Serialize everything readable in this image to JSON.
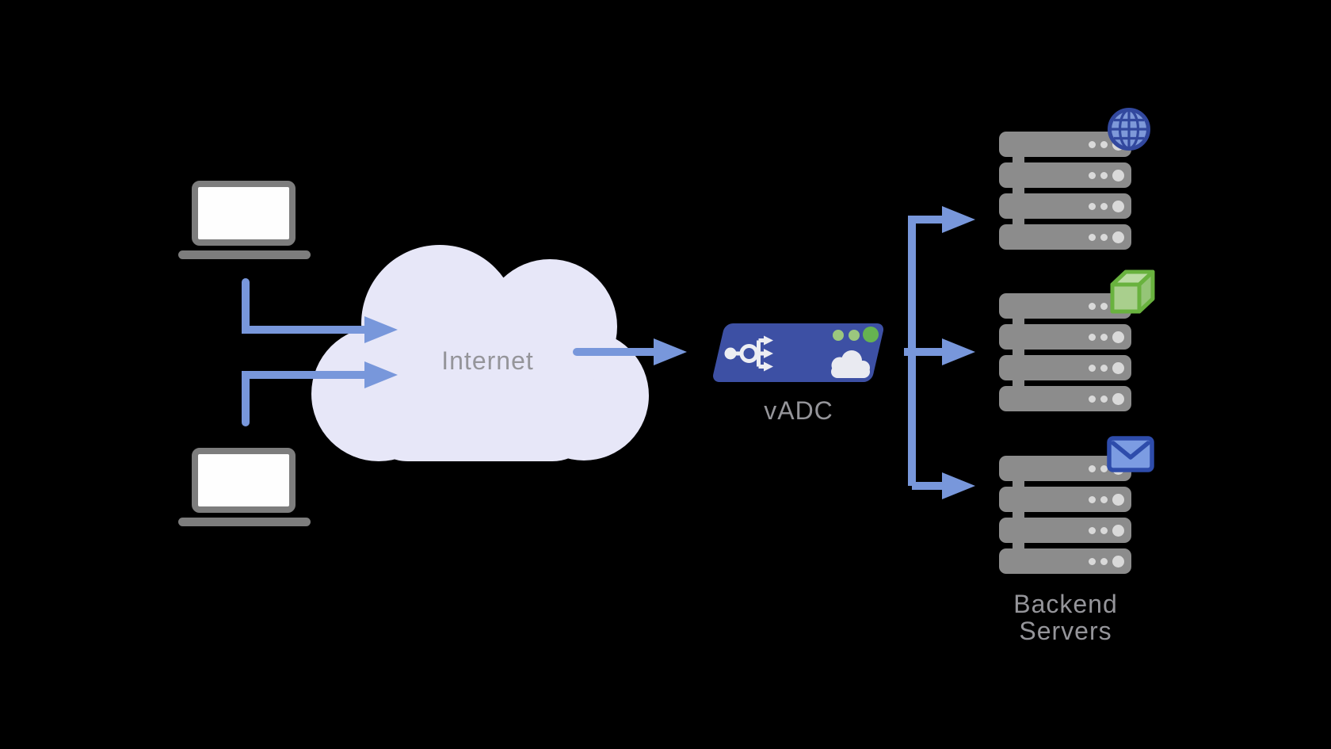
{
  "diagram": {
    "background": "#000000",
    "internet_label": "Internet",
    "vadc_label": "vADC",
    "backend_label_line1": "Backend",
    "backend_label_line2": "Servers",
    "backend_caption": "Backend Servers"
  },
  "colors": {
    "background": "#000000",
    "arrow_blue": "#7897DB",
    "appliance_blue": "#3D50A4",
    "cloud_fill": "#E7E7F8",
    "label_gray": "#95959A",
    "server_gray": "#8C8C8C",
    "laptop_gray": "#7D7D7D",
    "status_green_small": "#9BC77E",
    "status_green_large": "#66B351",
    "globe_fill": "#7E99D9",
    "globe_line": "#32489E",
    "cube_green": "#69B23E",
    "mail_blue": "#2E4CAB"
  },
  "nodes": {
    "clients": [
      {
        "id": "client-1",
        "type": "laptop"
      },
      {
        "id": "client-2",
        "type": "laptop"
      }
    ],
    "internet": {
      "shape": "cloud",
      "label": "Internet"
    },
    "vadc": {
      "label": "vADC",
      "status_dots": 3,
      "icons": [
        "load-balancer-icon",
        "cloud-icon"
      ]
    },
    "server_stacks": [
      {
        "id": "stack-1",
        "icon": "globe-icon",
        "units": 4
      },
      {
        "id": "stack-2",
        "icon": "cube-icon",
        "units": 4
      },
      {
        "id": "stack-3",
        "icon": "mail-icon",
        "units": 4
      }
    ]
  },
  "edges": [
    {
      "from": "client-1",
      "to": "internet"
    },
    {
      "from": "client-2",
      "to": "internet"
    },
    {
      "from": "internet",
      "to": "vadc"
    },
    {
      "from": "vadc",
      "to": "stack-1"
    },
    {
      "from": "vadc",
      "to": "stack-2"
    },
    {
      "from": "vadc",
      "to": "stack-3"
    }
  ]
}
